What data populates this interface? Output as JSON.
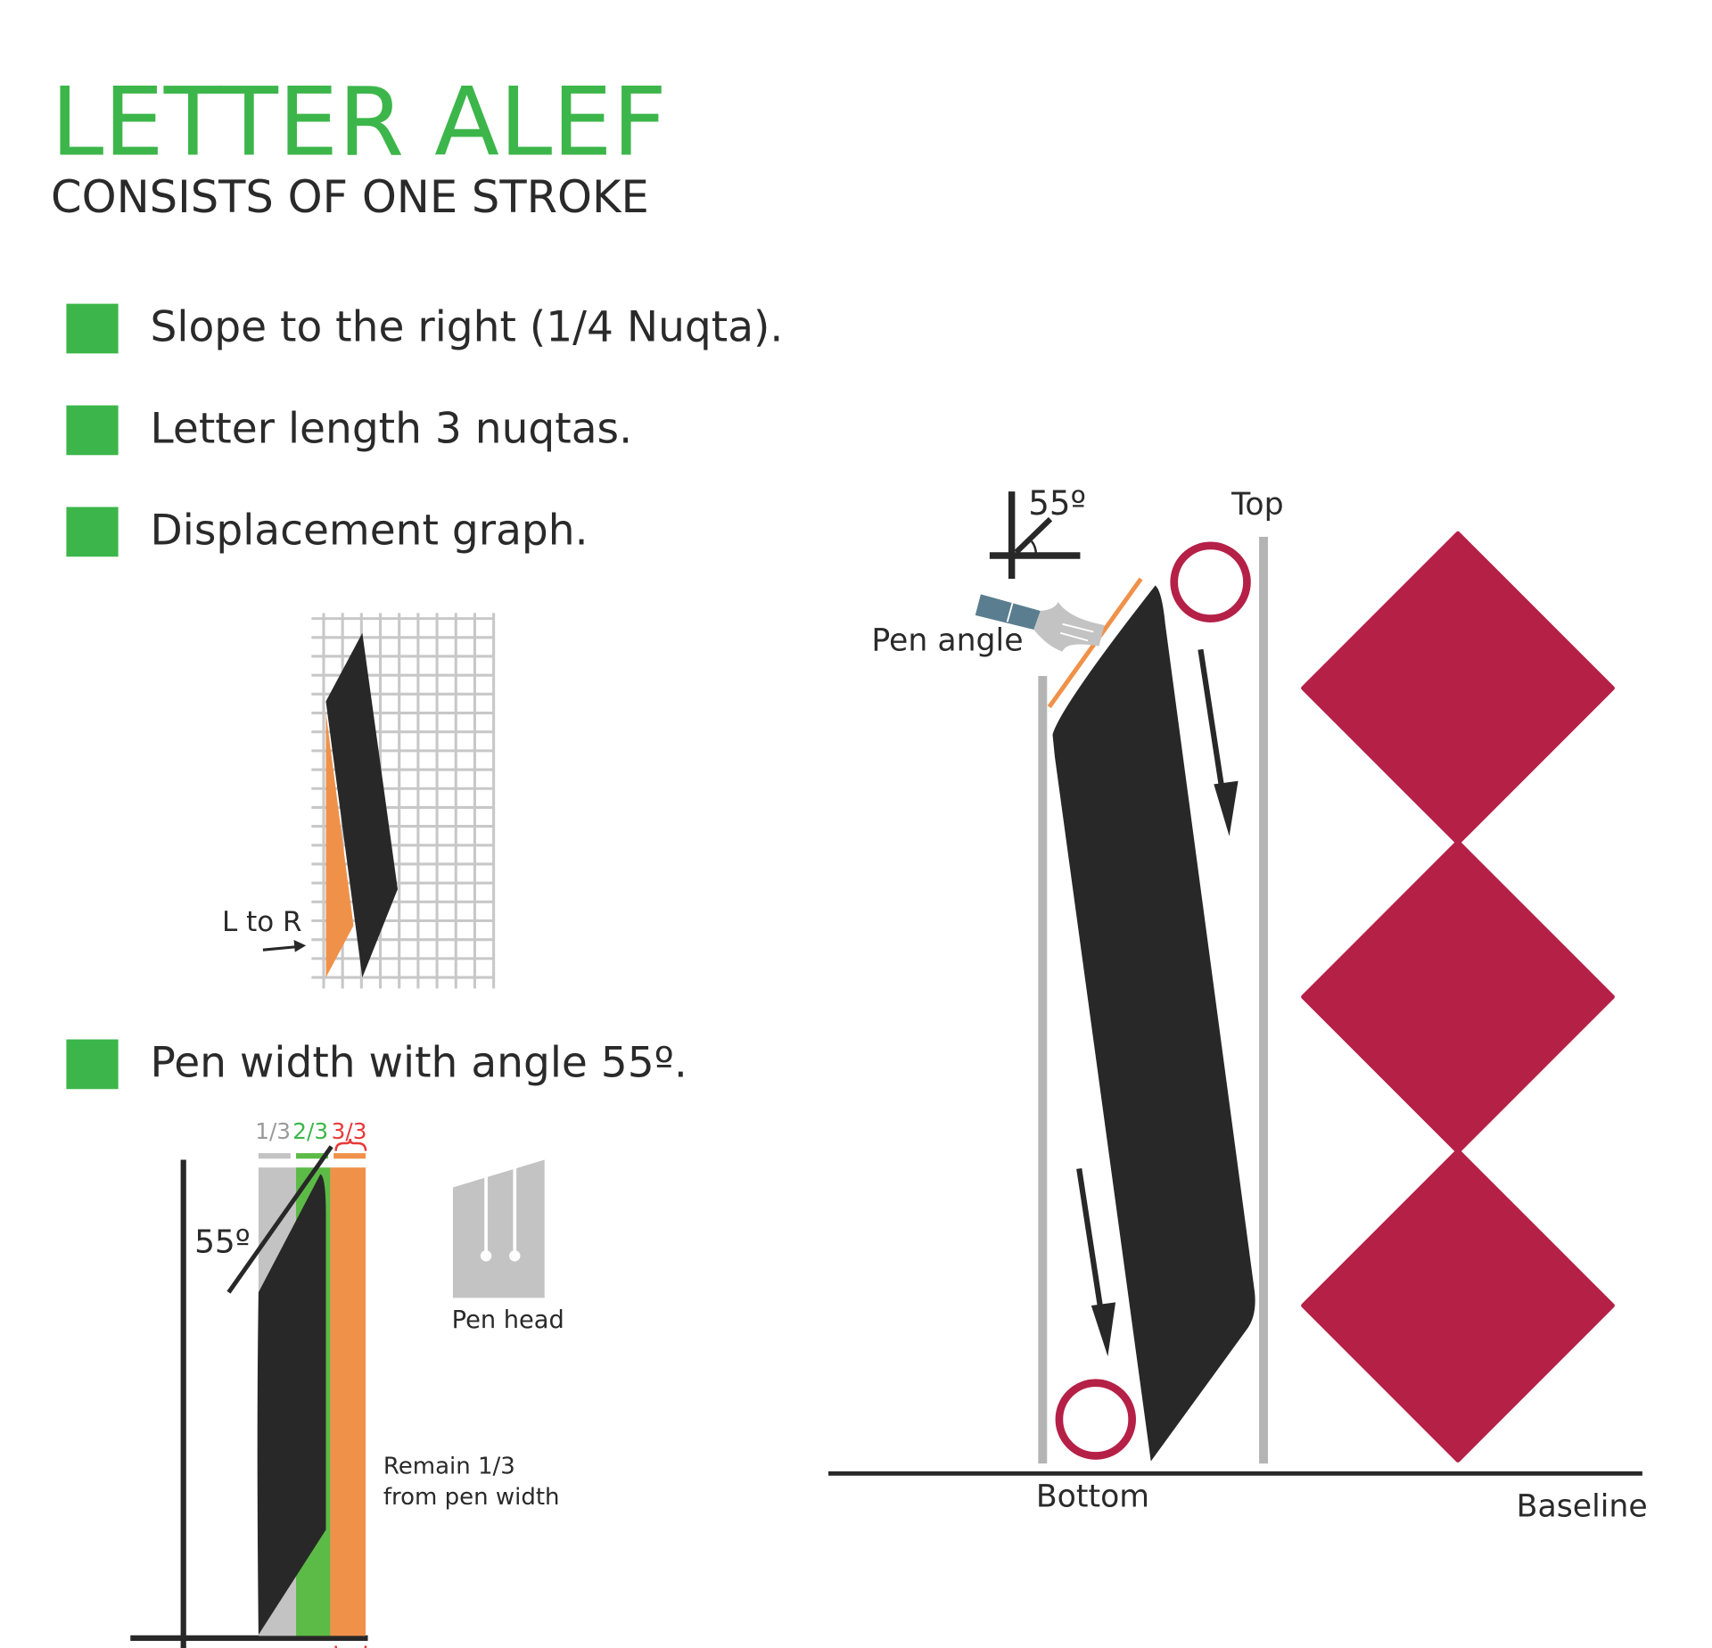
{
  "title": "LETTER ALEF",
  "subtitle": "CONSISTS OF ONE STROKE",
  "bullets": [
    "Slope to the right (1/4 Nuqta).",
    "Letter length 3 nuqtas.",
    "Displacement graph.",
    "Pen width with angle 55º."
  ],
  "displacement": {
    "direction_label": "L to R"
  },
  "pen_width": {
    "fractions": [
      "1/3",
      "2/3",
      "3/3"
    ],
    "angle_label": "55º",
    "pen_head_label": "Pen head",
    "remain_line1": "Remain 1/3",
    "remain_line2": "from pen width"
  },
  "main_diagram": {
    "angle_label": "55º",
    "pen_angle_label": "Pen angle",
    "top_label": "Top",
    "bottom_label": "Bottom",
    "baseline_label": "Baseline",
    "nuqta_count": 3
  },
  "colors": {
    "green": "#3cb64a",
    "crimson": "#b52047",
    "orange": "#f0914a",
    "gray": "#bdbdbd",
    "ink": "#282828",
    "pen_blue": "#5a7d90"
  }
}
